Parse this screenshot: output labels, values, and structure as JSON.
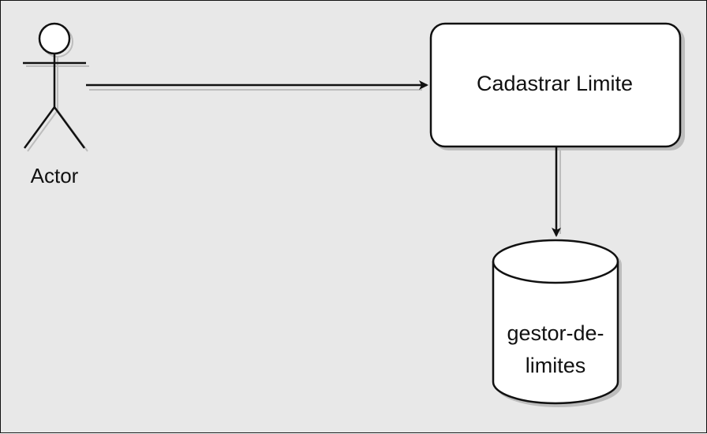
{
  "diagram": {
    "actor": {
      "label": "Actor"
    },
    "process": {
      "label": "Cadastrar Limite"
    },
    "datastore": {
      "line1": "gestor-de-",
      "line2": "limites"
    }
  },
  "colors": {
    "background": "#e8e8e8",
    "stroke": "#111111",
    "fill": "#ffffff",
    "shadow": "#bdbdbd"
  }
}
